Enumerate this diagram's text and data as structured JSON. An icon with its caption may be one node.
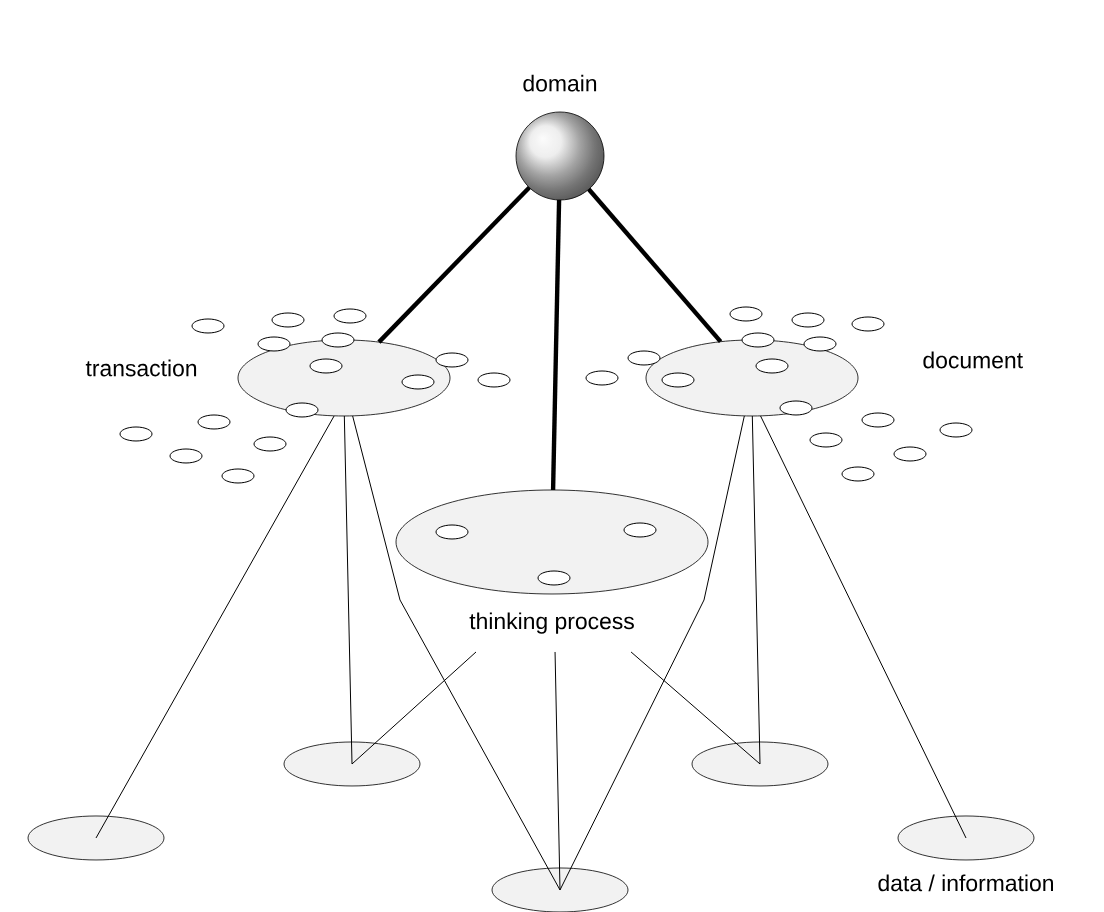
{
  "diagram": {
    "nodes": [
      {
        "text": [
          "domain"
        ]
      },
      {
        "text": [
          "transaction"
        ]
      },
      {
        "text": [
          "document"
        ]
      },
      {
        "text": [
          "thinking process"
        ]
      },
      {
        "text": [],
        "shape": "ellipse"
      },
      {
        "text": [],
        "shape": "ellipse"
      },
      {
        "text": [],
        "shape": "ellipse"
      },
      {
        "text": [],
        "shape": "ellipse"
      },
      {
        "text": [
          "data / information"
        ]
      }
    ],
    "edges": [
      {
        "from": 0,
        "to": 1,
        "arrow": "none",
        "style": "thick"
      },
      {
        "from": 0,
        "to": 3,
        "arrow": "none",
        "style": "thick"
      },
      {
        "from": 0,
        "to": 2,
        "arrow": "none",
        "style": "thick"
      },
      {
        "from": 1,
        "to": 4,
        "arrow": "none"
      },
      {
        "from": 1,
        "to": 5,
        "arrow": "none"
      },
      {
        "from": 1,
        "to": 6,
        "arrow": "none"
      },
      {
        "from": 3,
        "to": 5,
        "arrow": "none"
      },
      {
        "from": 3,
        "to": 6,
        "arrow": "none"
      },
      {
        "from": 3,
        "to": 7,
        "arrow": "none"
      },
      {
        "from": 2,
        "to": 6,
        "arrow": "none"
      },
      {
        "from": 2,
        "to": 7,
        "arrow": "none"
      },
      {
        "from": 2,
        "to": 8,
        "arrow": "none"
      }
    ]
  }
}
